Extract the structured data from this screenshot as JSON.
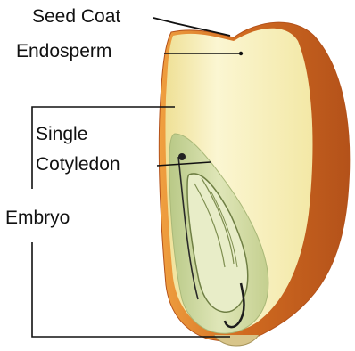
{
  "labels": {
    "seed_coat": "Seed Coat",
    "endosperm": "Endosperm",
    "single_cotyledon_line1": "Single",
    "single_cotyledon_line2": "Cotyledon",
    "embryo": "Embryo"
  },
  "colors": {
    "seed_coat_outer": "#c8651e",
    "seed_coat_edge": "#e58a2e",
    "endosperm": "#f6eeb2",
    "endosperm_shadow": "#ead98a",
    "embryo": "#cfd9a0",
    "embryo_core": "#dfe6b8",
    "embryo_line": "#1c1c1c",
    "leader_line": "#111111"
  }
}
